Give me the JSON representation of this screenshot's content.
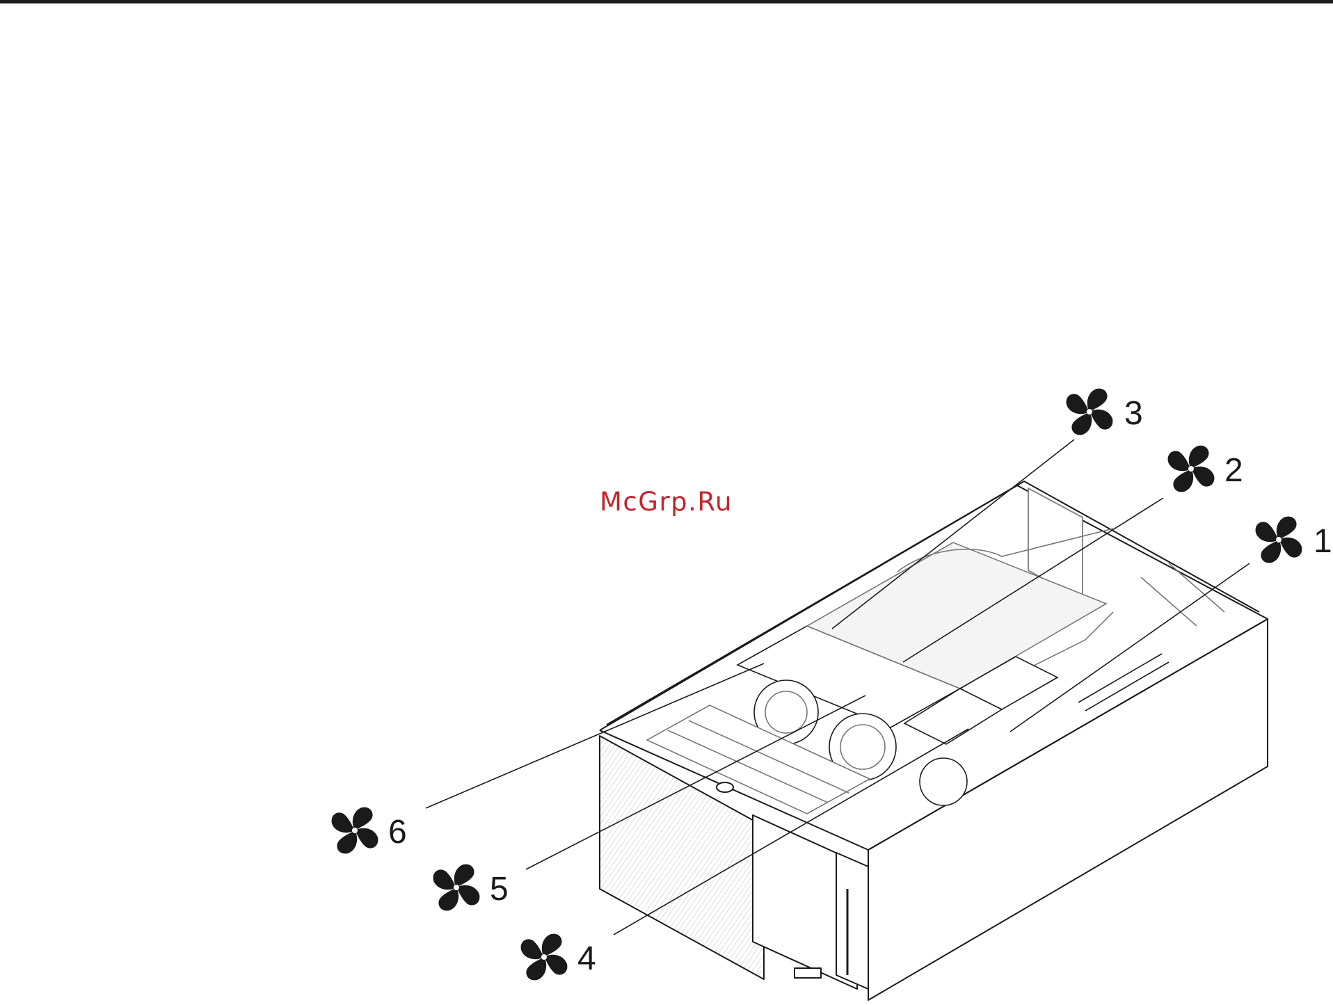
{
  "watermark": {
    "text": "McGrp.Ru",
    "color": "#c0272d"
  },
  "figure": {
    "subject": "server chassis with cover removed showing fan locations",
    "callouts": [
      {
        "number": "1",
        "icon": "fan-icon"
      },
      {
        "number": "2",
        "icon": "fan-icon"
      },
      {
        "number": "3",
        "icon": "fan-icon"
      },
      {
        "number": "4",
        "icon": "fan-icon"
      },
      {
        "number": "5",
        "icon": "fan-icon"
      },
      {
        "number": "6",
        "icon": "fan-icon"
      }
    ]
  },
  "colors": {
    "line": "#1a1a1a",
    "light_line": "#888888",
    "shade": "#bdbdbd"
  }
}
